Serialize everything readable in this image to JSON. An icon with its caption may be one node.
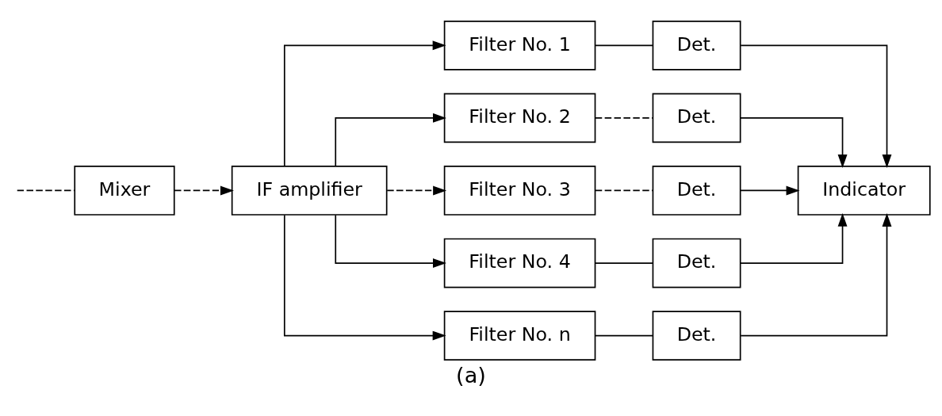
{
  "diagram": {
    "caption": "(a)",
    "nodes": [
      {
        "text": [
          "Mixer"
        ]
      },
      {
        "text": [
          "IF amplifier"
        ]
      },
      {
        "text": [
          "Filter No. 1"
        ]
      },
      {
        "text": [
          "Filter No. 2"
        ]
      },
      {
        "text": [
          "Filter No. 3"
        ]
      },
      {
        "text": [
          "Filter No. 4"
        ]
      },
      {
        "text": [
          "Filter No. n"
        ]
      },
      {
        "text": [
          "Det."
        ]
      },
      {
        "text": [
          "Det."
        ]
      },
      {
        "text": [
          "Det."
        ]
      },
      {
        "text": [
          "Det."
        ]
      },
      {
        "text": [
          "Det."
        ]
      },
      {
        "text": [
          "Indicator"
        ]
      }
    ],
    "edges": [
      {
        "from": null,
        "to": 0,
        "arrow": "none",
        "style": "dashed"
      },
      {
        "from": 0,
        "to": 1,
        "arrow": "to",
        "style": "dashed"
      },
      {
        "from": 1,
        "to": 2,
        "arrow": "to"
      },
      {
        "from": 1,
        "to": 3,
        "arrow": "to"
      },
      {
        "from": 1,
        "to": 4,
        "arrow": "to",
        "style": "dashed"
      },
      {
        "from": 1,
        "to": 5,
        "arrow": "to"
      },
      {
        "from": 1,
        "to": 6,
        "arrow": "to"
      },
      {
        "from": 2,
        "to": 7,
        "arrow": "none"
      },
      {
        "from": 3,
        "to": 8,
        "arrow": "none",
        "style": "dashed"
      },
      {
        "from": 4,
        "to": 9,
        "arrow": "none",
        "style": "dashed"
      },
      {
        "from": 5,
        "to": 10,
        "arrow": "none"
      },
      {
        "from": 6,
        "to": 11,
        "arrow": "none"
      },
      {
        "from": 7,
        "to": 12,
        "arrow": "to"
      },
      {
        "from": 8,
        "to": 12,
        "arrow": "to"
      },
      {
        "from": 9,
        "to": 12,
        "arrow": "to"
      },
      {
        "from": 10,
        "to": 12,
        "arrow": "to"
      },
      {
        "from": 11,
        "to": 12,
        "arrow": "to"
      }
    ]
  }
}
